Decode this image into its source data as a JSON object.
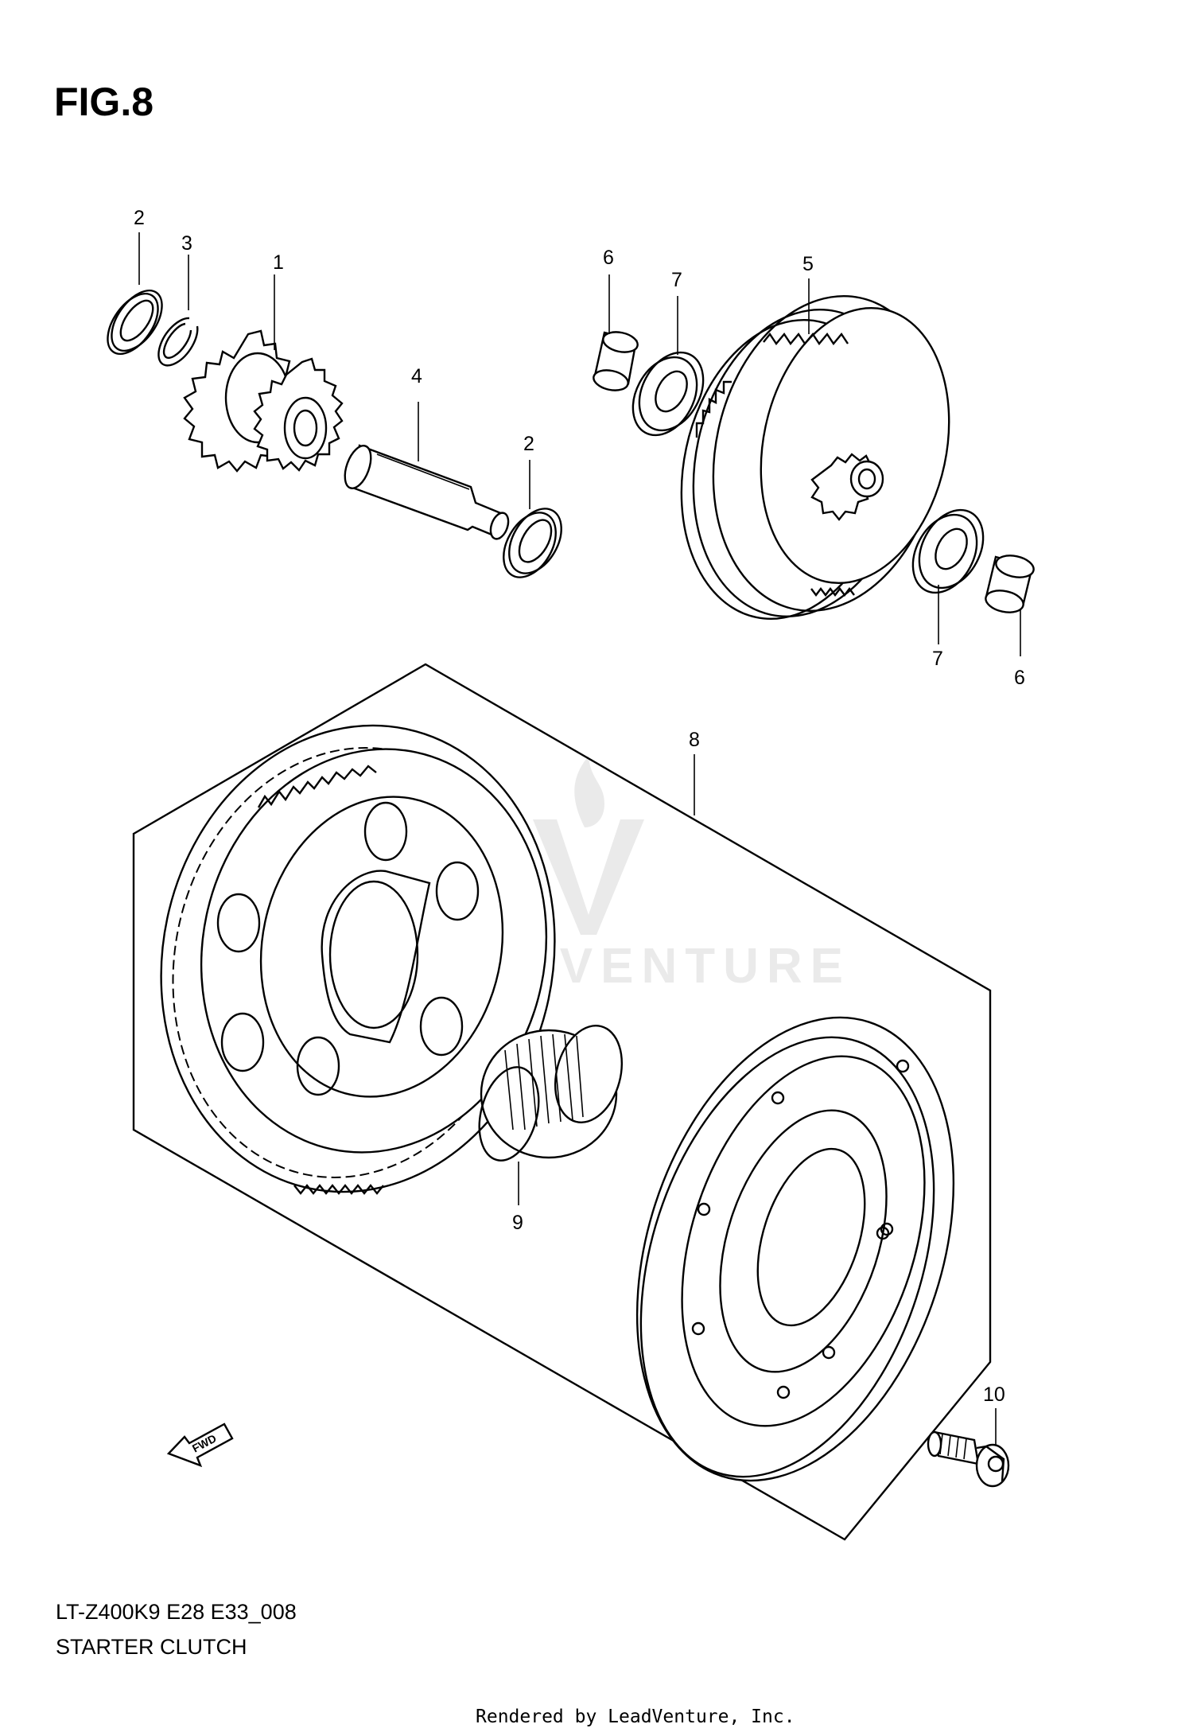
{
  "figure_label": "FIG.8",
  "part_labels": [
    "1",
    "2",
    "2",
    "3",
    "4",
    "5",
    "6",
    "6",
    "7",
    "7",
    "8",
    "9",
    "10"
  ],
  "fwd_label": "FWD",
  "watermark": "LEADVENTURE",
  "model_code": "LT-Z400K9 E28 E33_008",
  "section_title": "STARTER CLUTCH",
  "footer": "Rendered by LeadVenture, Inc."
}
